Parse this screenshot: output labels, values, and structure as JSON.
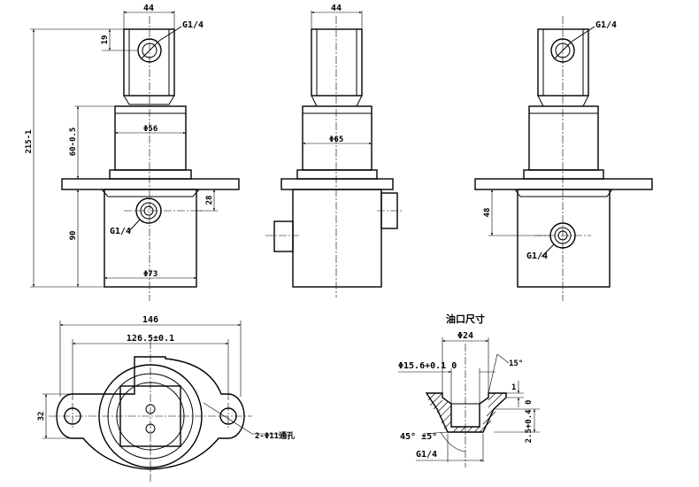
{
  "front_view": {
    "dim_top_width": "44",
    "dim_clevis": "19",
    "thread_port": "G1/4",
    "dim_body_dia": "Φ56",
    "dim_stroke": "60-0.5",
    "dim_total_height": "215-1",
    "dim_port_height": "28",
    "thread_side_port": "G1/4",
    "dim_base_height": "90",
    "dim_base_dia": "Φ73"
  },
  "side_view": {
    "dim_top_width": "44",
    "dim_body_dia": "Φ65"
  },
  "right_view": {
    "thread_top_port": "G1/4",
    "dim_port_height": "48",
    "thread_side_port": "G1/4"
  },
  "top_view": {
    "dim_flange_width": "146",
    "dim_hole_pitch": "126.5±0.1",
    "dim_flange_height": "32",
    "note_holes": "2-Φ11通孔"
  },
  "port_detail": {
    "title": "油口尺寸",
    "dim_outer_dia": "Φ24",
    "dim_inner_dia": "Φ15.6+0.1 0",
    "dim_angle_top": "15°",
    "dim_depth": "1",
    "dim_chamfer": "2.5+0.4 0",
    "dim_angle_cone": "45° ±5°",
    "thread": "G1/4"
  }
}
